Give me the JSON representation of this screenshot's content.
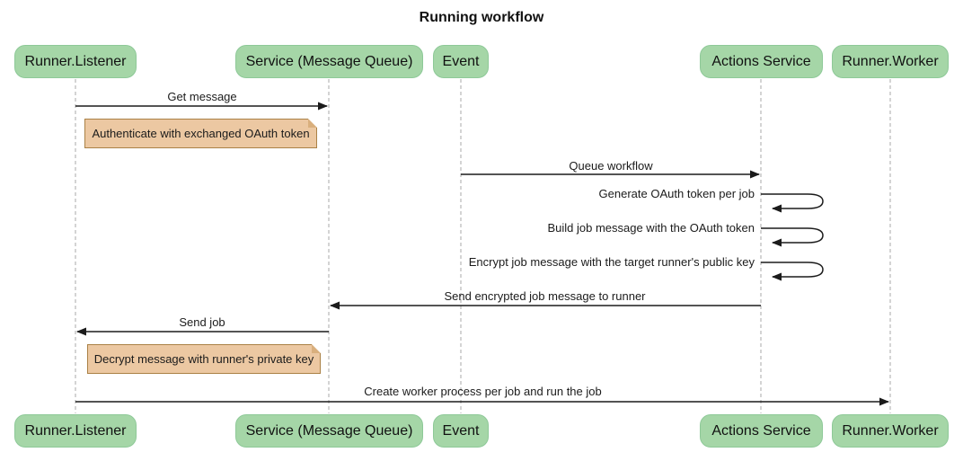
{
  "title": "Running workflow",
  "participants": [
    {
      "name": "Runner.Listener"
    },
    {
      "name": "Service (Message Queue)"
    },
    {
      "name": "Event"
    },
    {
      "name": "Actions Service"
    },
    {
      "name": "Runner.Worker"
    }
  ],
  "messages": [
    {
      "label": "Get message",
      "from": "Runner.Listener",
      "to": "Service (Message Queue)",
      "type": "solid-arrow"
    },
    {
      "label": "Queue workflow",
      "from": "Event",
      "to": "Actions Service",
      "type": "solid-arrow"
    },
    {
      "label": "Generate OAuth token per job",
      "from": "Actions Service",
      "to": "Actions Service",
      "type": "self-loop"
    },
    {
      "label": "Build job message with the OAuth token",
      "from": "Actions Service",
      "to": "Actions Service",
      "type": "self-loop"
    },
    {
      "label": "Encrypt job message with the target runner's public key",
      "from": "Actions Service",
      "to": "Actions Service",
      "type": "self-loop"
    },
    {
      "label": "Send encrypted job message to runner",
      "from": "Actions Service",
      "to": "Service (Message Queue)",
      "type": "solid-arrow"
    },
    {
      "label": "Send job",
      "from": "Service (Message Queue)",
      "to": "Runner.Listener",
      "type": "solid-arrow"
    },
    {
      "label": "Create worker process per job and run the job",
      "from": "Runner.Listener",
      "to": "Runner.Worker",
      "type": "solid-arrow"
    }
  ],
  "notes": [
    {
      "text": "Authenticate with exchanged OAuth token",
      "position": "right of Runner.Listener"
    },
    {
      "text": "Decrypt message with runner's private key",
      "position": "right of Runner.Listener"
    }
  ],
  "colors": {
    "actor_fill": "#a5d6a7",
    "actor_border": "#8ec998",
    "note_fill": "#ecc8a2",
    "note_border": "#aa8146",
    "lifeline": "#a9a9a9",
    "arrow": "#1b1b1b"
  }
}
